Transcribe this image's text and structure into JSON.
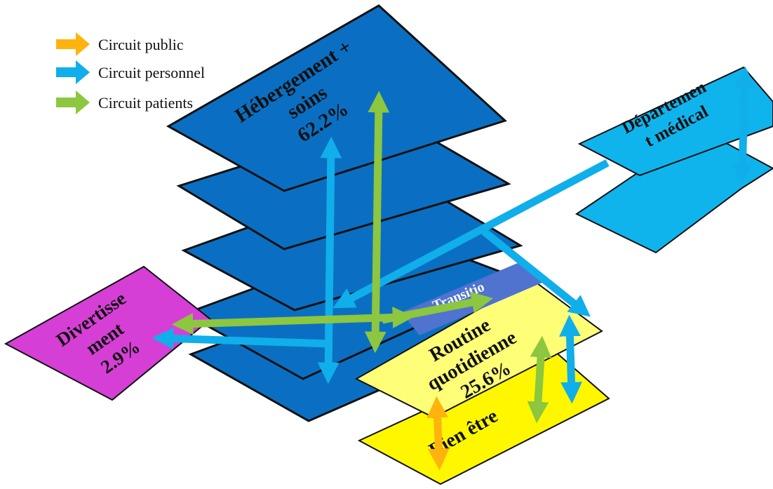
{
  "legend": [
    {
      "label": "Circuit public",
      "color": "#FFB30F"
    },
    {
      "label": "Circuit personnel",
      "color": "#10AEEA"
    },
    {
      "label": "Circuit patients",
      "color": "#8DC63F"
    }
  ],
  "blocks": {
    "hebergement": {
      "lines": [
        "Hébergement +",
        "soins",
        "62.2%"
      ],
      "color": "#0A6FC2"
    },
    "departement": {
      "lines": [
        "Départemen",
        "t médical"
      ],
      "color": "#10B4EC"
    },
    "divertissement": {
      "lines": [
        "Divertisse",
        "ment",
        "2.9%"
      ],
      "color": "#D63FD6"
    },
    "transition": {
      "lines": [
        "Transitio"
      ],
      "color": "#4F73CF"
    },
    "routine": {
      "lines": [
        "Routine",
        "quotidienne",
        "25.6%"
      ],
      "color": "#FFFF77"
    },
    "bien_etre": {
      "lines": [
        "Bien être"
      ],
      "color": "#FFF700"
    }
  },
  "colors": {
    "public": "#FFB30F",
    "personnel": "#10AEEA",
    "patients": "#8DC63F",
    "outline": "#111111"
  }
}
